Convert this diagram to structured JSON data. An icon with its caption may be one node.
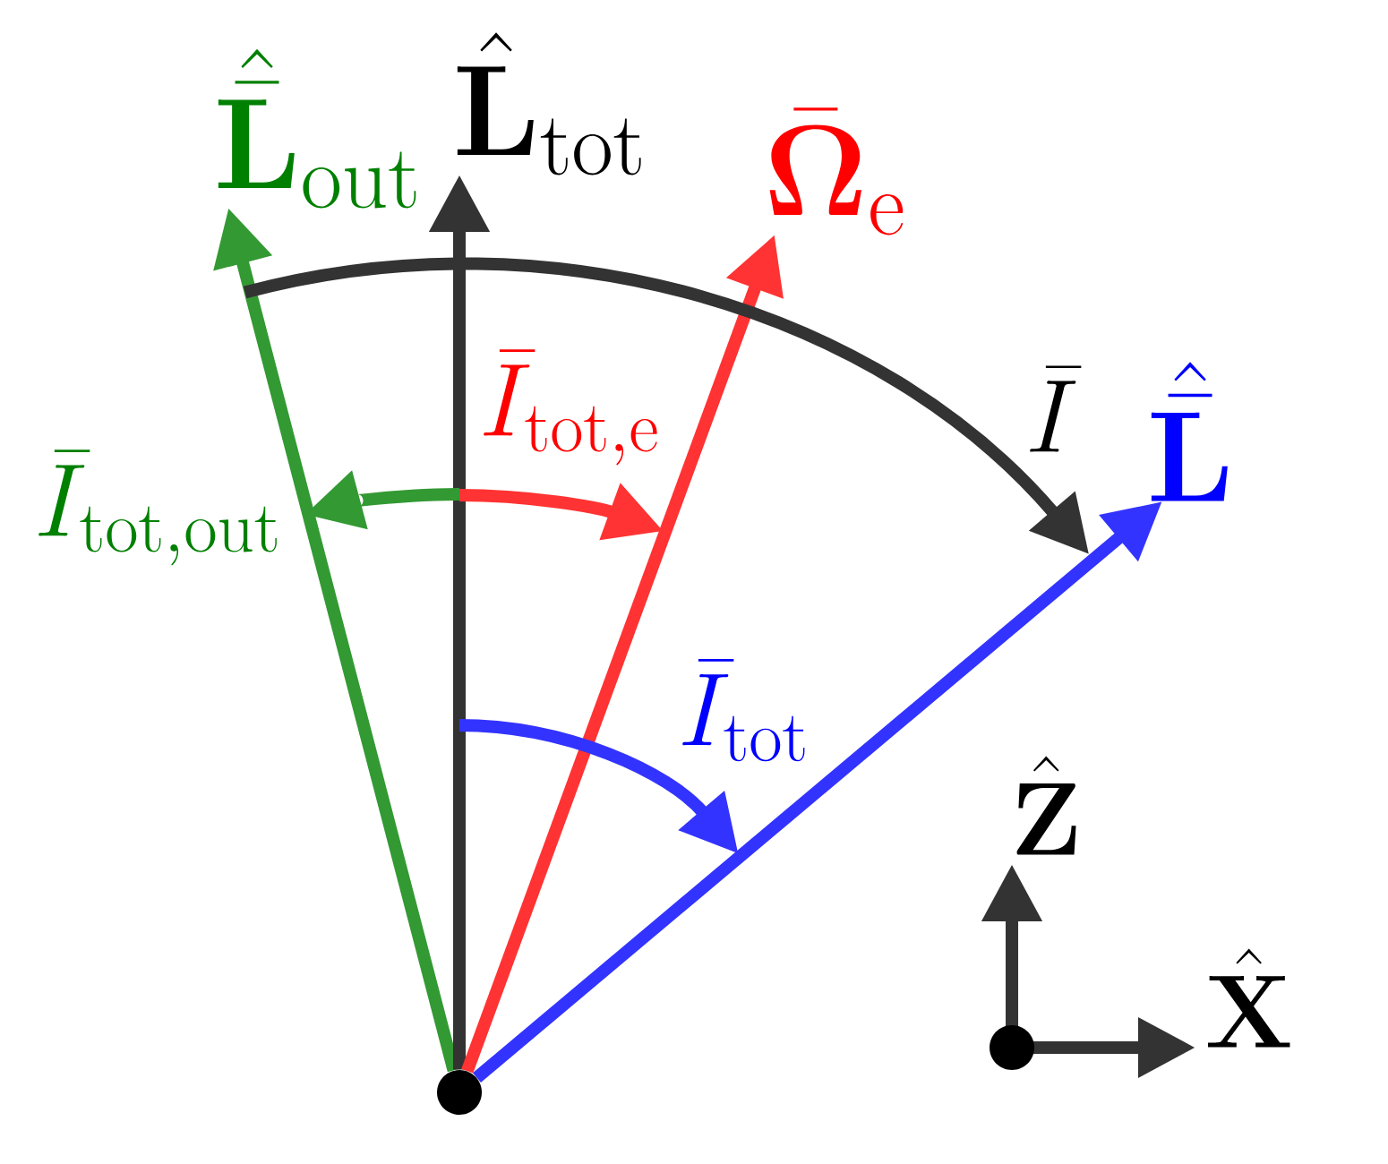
{
  "diagram": {
    "nodes": [
      {
        "text": [],
        "shape": "circle"
      },
      {
        "text": [
          "\\hat{\\bar{\\mathbf{L}}}_{\\mathrm{out}}"
        ]
      },
      {
        "text": [
          "\\hat{\\mathbf{L}}_{\\mathrm{tot}}"
        ]
      },
      {
        "text": [
          "\\bar{\\mathbf{\\Omega}}_{\\mathrm{e}}"
        ]
      },
      {
        "text": [
          "\\hat{\\bar{\\mathbf{L}}}"
        ]
      }
    ],
    "edges": [
      {
        "from": 0,
        "to": 1,
        "arrow": "to",
        "color": "#339933"
      },
      {
        "from": 0,
        "to": 2,
        "arrow": "to",
        "color": "#333333"
      },
      {
        "from": 0,
        "to": 3,
        "arrow": "to",
        "color": "#ff3333"
      },
      {
        "from": 0,
        "to": 4,
        "arrow": "to",
        "color": "#3333ff"
      }
    ],
    "labels": [
      "\\bar{I}_{\\mathrm{tot,e}}",
      "\\bar{I}",
      "\\bar{I}_{\\mathrm{tot,out}}",
      "\\bar{I}_{\\mathrm{tot}}",
      "\\hat{\\mathbf{Z}}",
      "\\hat{\\mathbf{X}}"
    ]
  }
}
